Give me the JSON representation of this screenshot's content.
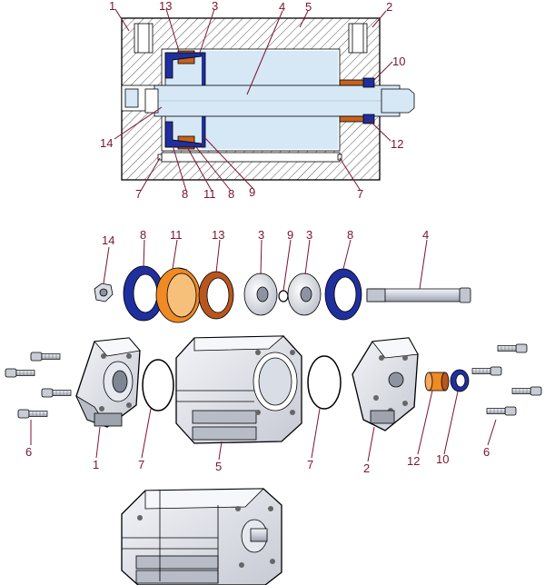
{
  "colors": {
    "label": "#7a1530",
    "seal_blue": "#1f2f9e",
    "bronze": "#b8561e",
    "orange_ring": "#ef8a24",
    "piston_fill": "#d5e6f5",
    "metal_light": "#eef0f5",
    "metal_mid": "#c3c7d1",
    "hatch": "#555555"
  },
  "section": {
    "callouts": [
      "1",
      "13",
      "3",
      "4",
      "5",
      "2",
      "10",
      "14",
      "12",
      "7",
      "8",
      "11",
      "8",
      "9",
      "7"
    ]
  },
  "parts_row": {
    "callouts": [
      "14",
      "8",
      "11",
      "13",
      "3",
      "9",
      "3",
      "8",
      "4"
    ]
  },
  "exploded_row": {
    "callouts": [
      "6",
      "1",
      "7",
      "5",
      "7",
      "2",
      "12",
      "10",
      "6"
    ]
  }
}
